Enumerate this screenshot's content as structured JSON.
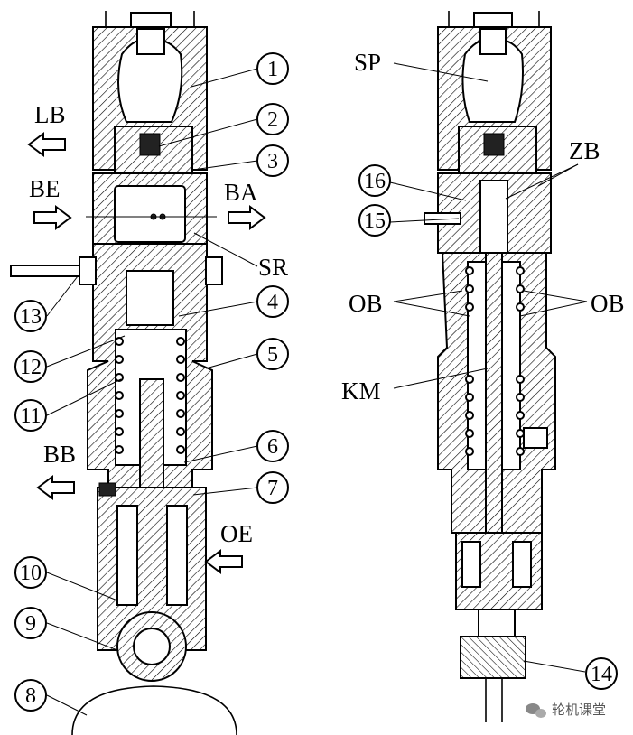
{
  "left_view": {
    "flow_labels": {
      "lb": "LB",
      "be": "BE",
      "ba": "BA",
      "bb": "BB",
      "oe": "OE",
      "sr": "SR"
    },
    "part_numbers": [
      "1",
      "2",
      "3",
      "4",
      "5",
      "6",
      "7",
      "8",
      "9",
      "10",
      "11",
      "12",
      "13"
    ]
  },
  "right_view": {
    "labels": {
      "sp": "SP",
      "zb": "ZB",
      "ob_left": "OB",
      "ob_right": "OB",
      "km": "KM"
    },
    "part_numbers": [
      "16",
      "15",
      "14"
    ]
  },
  "watermark": {
    "icon": "wechat-icon",
    "text": "轮机课堂"
  }
}
